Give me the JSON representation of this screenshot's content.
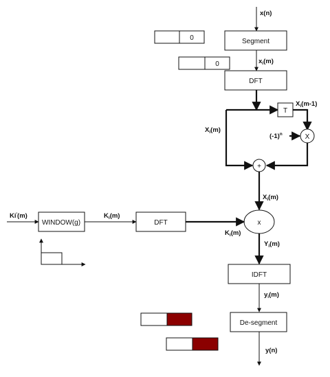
{
  "signals": {
    "input": "x(n)",
    "xi_m": "x",
    "xi_m_sub": "i",
    "xi_m_tail": "(m)",
    "Xi_m1": "X",
    "Xi_m1_sub": "i",
    "Xi_m1_tail": "(m-1)",
    "Xi_left": "X",
    "Xi_left_sub": "i",
    "Xi_left_tail": "(m)",
    "neg_one_pow": "(-1)",
    "neg_one_sup": "n",
    "Xi_mid": "X",
    "Xi_mid_sub": "i",
    "Xi_mid_tail": "(m)",
    "Ki_prime": "Ki",
    "Ki_prime_sup": "'",
    "Ki_prime_tail": "(m)",
    "Ki_win": "K",
    "Ki_win_sub": "i",
    "Ki_win_tail": "(m)",
    "Ki_dft": "K",
    "Ki_dft_sub": "i",
    "Ki_dft_tail": "(m)",
    "Yi_m": "Y",
    "Yi_m_sub": "i",
    "Yi_m_tail": "(m)",
    "yi_m": "y",
    "yi_m_sub": "i",
    "yi_m_tail": "(m)",
    "output": "y(n)"
  },
  "blocks": {
    "segment": "Segment",
    "dft_top": "DFT",
    "delay": "T",
    "multiply_sign": "X",
    "adder": "+",
    "window": "WINDOW(g)",
    "dft_left": "DFT",
    "multiplier": "x",
    "idft": "IDFT",
    "desegment": "De-segment"
  },
  "buffers": {
    "top1_value": "0",
    "top2_value": "0"
  },
  "colors": {
    "filled_buffer": "#8b0000",
    "line": "#111111"
  }
}
